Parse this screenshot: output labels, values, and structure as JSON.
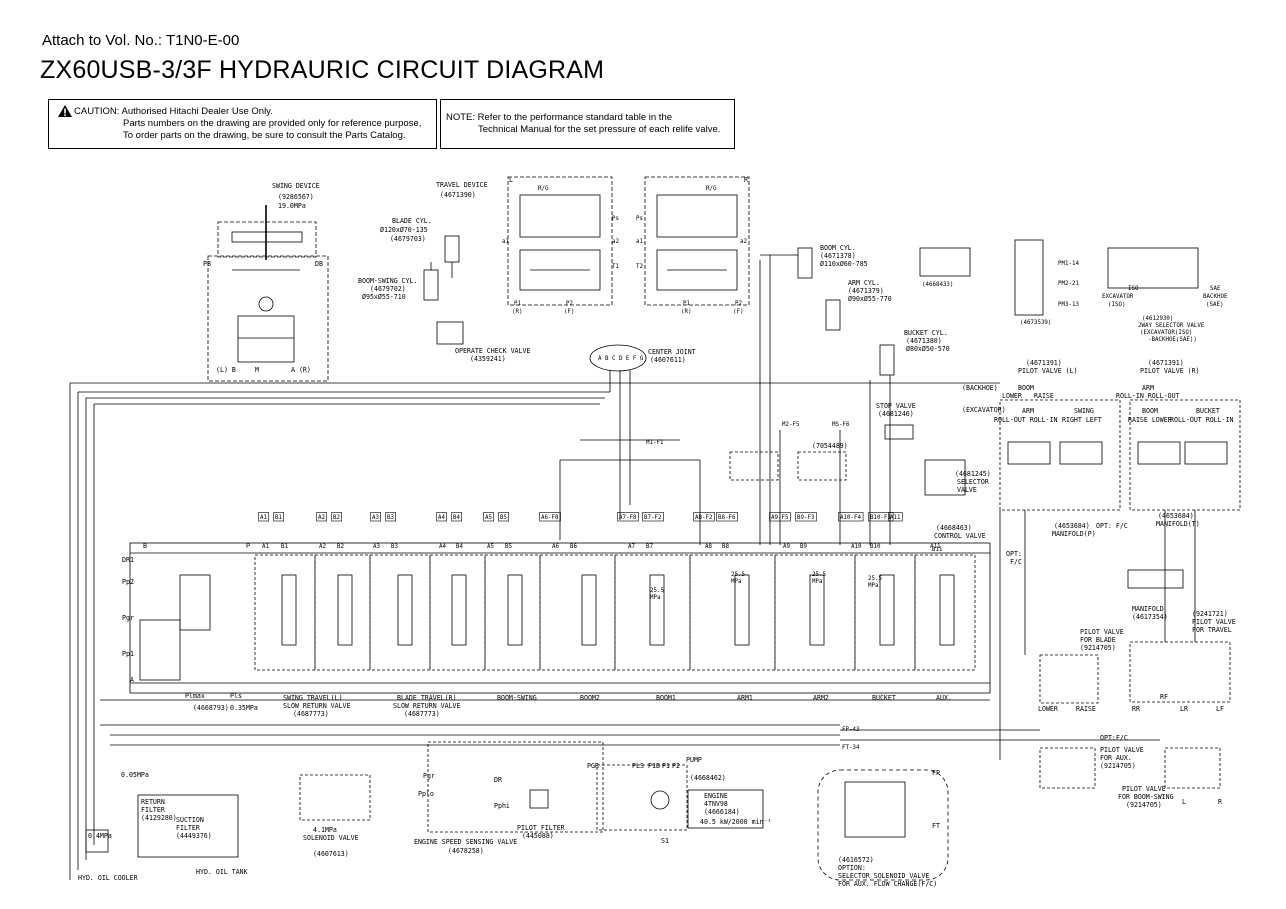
{
  "header": {
    "attach": "Attach to Vol. No.: T1N0-E-00",
    "title": "ZX60USB-3/3F HYDRAURIC CIRCUIT DIAGRAM"
  },
  "caution": {
    "lead": "CAUTION: Authorised Hitachi Dealer Use Only.",
    "line2": "Parts numbers on the drawing are provided only for reference purpose,",
    "line3": "To order parts on the drawing, be sure to consult the Parts Catalog."
  },
  "note": {
    "line1": "NOTE: Refer to the performance standard table in the",
    "line2": "Technical Manual for the set pressure of each relife valve."
  },
  "labels": {
    "swing_device": "SWING DEVICE",
    "swing_device_pn": "(9286567)",
    "swing_device_val": "19.0MPa",
    "travel_device": "TRAVEL DEVICE",
    "travel_device_pn": "(4671390)",
    "blade_cyl": "BLADE CYL.",
    "blade_cyl_dim": "Ø120xØ70-135",
    "blade_cyl_pn": "(4679703)",
    "boom_swing_cyl": "BOOM-SWING CYL.",
    "boom_swing_pn": "(4679702)",
    "boom_swing_dim": "Ø95xØ55-710",
    "operate_check": "OPERATE CHECK VALVE",
    "operate_check_pn": "(4359241)",
    "center_joint": "CENTER JOINT",
    "center_joint_pn": "(4607611)",
    "center_joint_ports": "A B C D E F G",
    "boom_cyl": "BOOM CYL.",
    "boom_cyl_pn": "(4671378)",
    "boom_cyl_dim": "Ø110xØ60-785",
    "arm_cyl": "ARM CYL.",
    "arm_cyl_pn": "(4671379)",
    "arm_cyl_dim": "Ø90xØ55-770",
    "bucket_cyl": "BUCKET CYL.",
    "bucket_cyl_pn": "(4671380)",
    "bucket_cyl_dim": "Ø80xØ50-570",
    "stop_valve": "STOP VALVE",
    "stop_valve_pn": "(4681246)",
    "selector_valve_pn": "(4681245)",
    "selector_valve": "SELECTOR",
    "selector_valve2": "VALVE",
    "control_valve_pn": "(4668463)",
    "control_valve": "CONTROL VALVE",
    "p7054489": "(7054489)",
    "m1f1": "M1-F1",
    "m2f5": "M2-F5",
    "msf6": "MS-F6",
    "p4668433": "(4668433)",
    "p4673539": "(4673539)",
    "pm1": "PM1-14",
    "pm2": "PM2-21",
    "pm3": "PM3-13",
    "excavator_iso": "EXCAVATOR",
    "iso": "(ISO)",
    "backhoe_sae": "BACKHOE",
    "sae_paren": "(SAE)",
    "sae": "SAE",
    "iso2": "ISO",
    "selector_2way_pn": "(4612930)",
    "selector_2way": "2WAY SELECTOR VALVE",
    "selector_2way_a": "(EXCAVATOR(ISO)",
    "selector_2way_b": "-BACKHOE(SAE))",
    "pilot_l_pn": "(4671391)",
    "pilot_l": "PILOT VALVE (L)",
    "pilot_r_pn": "(4671391)",
    "pilot_r": "PILOT VALVE (R)",
    "backhoe": "(BACKHOE)",
    "excavator": "(EXCAVATOR)",
    "boom": "BOOM",
    "lower": "LOWER",
    "raise": "RAISE",
    "arm": "ARM",
    "rollin_rollout": "ROLL-IN  ROLL-OUT",
    "arm_exc": "ARM",
    "rollout_rollin": "ROLL-OUT ROLL-IN",
    "swing": "SWING",
    "right_left": "RIGHT LEFT",
    "boom_r": "BOOM",
    "bucket_r": "BUCKET",
    "raise_lower": "RAISE LOWER",
    "rollout_rollin_r": "ROLL-OUT ROLL-IN",
    "manifold_p_pn": "(4653684)",
    "manifold_p": "MANIFOLD(P)",
    "opt_fc": "OPT: F/C",
    "manifold_t_pn": "(4653684)",
    "manifold_t": "MANIFOLD(T)",
    "opt_fc2": "OPT:",
    "opt_fc3": "F/C",
    "manifold": "MANIFOLD",
    "manifold_pn": "(4617354)",
    "pilot_travel_pn": "(9241721)",
    "pilot_travel": "PILOT VALVE",
    "pilot_travel2": "FOR TRAVEL",
    "pilot_blade": "PILOT VALVE",
    "pilot_blade2": "FOR BLADE",
    "pilot_blade_pn": "(9214705)",
    "lower2": "LOWER",
    "raise2": "RAISE",
    "rr": "RR",
    "lr": "LR",
    "lf": "LF",
    "rf": "RF",
    "opt_fc4": "OPT:F/C",
    "pilot_aux": "PILOT VALVE",
    "pilot_aux2": "FOR AUX.",
    "pilot_aux_pn": "(9214705)",
    "pilot_bs": "PILOT VALVE",
    "pilot_bs2": "FOR BOOM-SWING",
    "pilot_bs_pn": "(9214705)",
    "l": "L",
    "r": "R",
    "dr1": "DR1",
    "pp2": "Pp2",
    "pgr": "Pgr",
    "pp1": "Pp1",
    "a": "A",
    "b": "B",
    "p": "P",
    "plmax": "Plmax",
    "pls": "Pls",
    "p4668793": "(4668793)",
    "p035": "0.35MPa",
    "swing_travel": "SWING   TRAVEL(L)",
    "slow_return": "SLOW RETURN VALVE",
    "p4687773": "(4687773)",
    "blade_travel": "BLADE   TRAVEL(R)",
    "slow_return2": "SLOW RETURN VALVE",
    "p4687773b": "(4687773)",
    "boom_swing": "BOOM-SWING",
    "boom2": "BOOM2",
    "boom1": "BOOM1",
    "arm1": "ARM1",
    "arm2": "ARM2",
    "bucket": "BUCKET",
    "aux": "AUX.",
    "ps_255": "25.5",
    "mpa": "MPa",
    "return_filter": "RETURN",
    "return_filter2": "FILTER",
    "return_filter_pn": "(4129280)",
    "suction": "SUCTION",
    "suction2": "FILTER",
    "suction_pn": "(4449376)",
    "p005": "0.05MPa",
    "p04": "0.4MPa",
    "oil_cooler": "HYD. OIL COOLER",
    "oil_tank": "HYD. OIL TANK",
    "solenoid_41": "4.1MPa",
    "solenoid": "SOLENOID VALVE",
    "solenoid_pn": "(4607613)",
    "engine_speed": "ENGINE SPEED SENSING VALVE",
    "engine_speed_pn": "(4678258)",
    "pilot_filter": "PILOT FILTER",
    "pilot_filter_pn": "(445088)",
    "pump": "PUMP",
    "pump_pn": "(4668462)",
    "engine": "ENGINE",
    "engine_model": "4TNV98",
    "engine_pn": "(4666184)",
    "engine_power": "40.5 kW/2000 min⁻¹",
    "pgr2": "PGR",
    "pls2": "PLS",
    "p1b": "P1B",
    "p1": "P1",
    "p2": "P2",
    "s1": "S1",
    "pgr3": "Pgr",
    "pplo": "Pplo",
    "pphi": "Pphi",
    "dr": "DR",
    "option_pn": "(4616572)",
    "option": "OPTION:",
    "option2": "SELECTOR SOLENOID VALVE",
    "option3": "FOR AUX. FLOW CHANGE(F/C)",
    "fp43": "FP-43",
    "ft34": "FT-34",
    "fp": "FP",
    "ft": "FT",
    "ps": "Ps",
    "t1": "T1",
    "t2": "T2",
    "a1": "a1",
    "a2": "a2",
    "rg": "R/G",
    "l_side": "L",
    "r_side": "R",
    "p1r": "P1",
    "p2f": "P2",
    "r_paren": "(R)",
    "f_paren": "(F)",
    "pb": "PB",
    "db": "DB",
    "m": "M",
    "ar": "A (R)",
    "bl": "(L) B"
  },
  "port_labels": [
    "A1",
    "B1",
    "A2",
    "B2",
    "A3",
    "B3",
    "A4",
    "B4",
    "A5",
    "B5",
    "A6-F8",
    "A7-F8",
    "B7-F2",
    "A8-F2",
    "B8-F6",
    "A9-F5",
    "B9-F3",
    "A10-F4",
    "B10-F1",
    "A11"
  ],
  "spool_ports": [
    "A1",
    "B1",
    "A2",
    "B2",
    "A3",
    "B3",
    "A4",
    "B4",
    "A5",
    "B5",
    "A6",
    "B6",
    "A7",
    "B7",
    "A8",
    "B8",
    "A9",
    "B9",
    "A10",
    "B10",
    "A11",
    "B11"
  ],
  "colors": {
    "line": "#000000",
    "paper": "#ffffff"
  },
  "icons": [
    "caution-icon"
  ]
}
